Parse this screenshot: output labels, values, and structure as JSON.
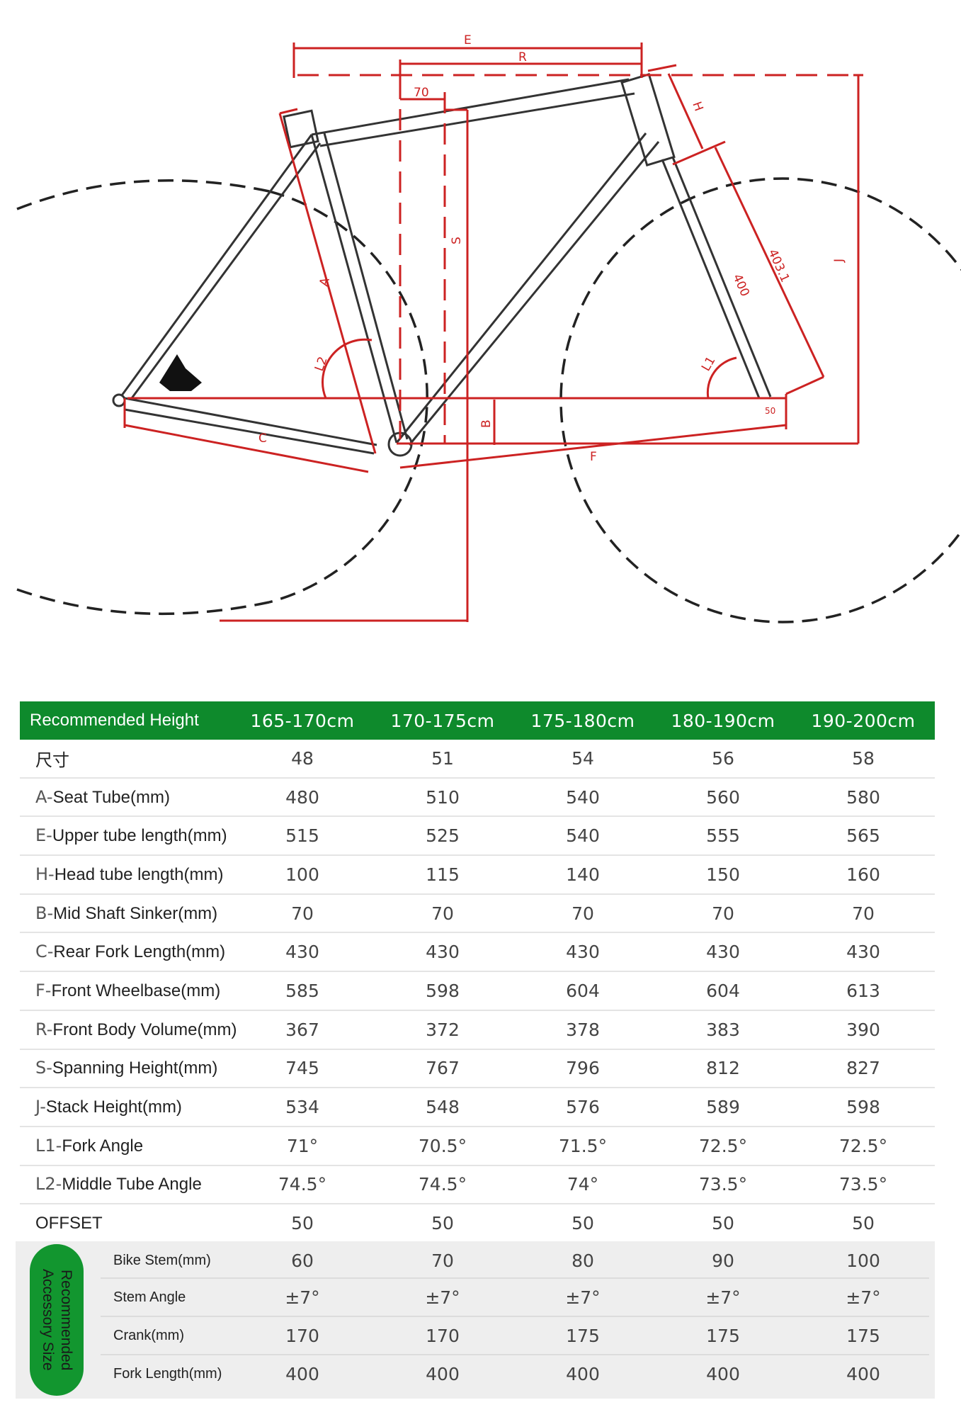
{
  "diagram": {
    "labels": {
      "E": "E",
      "R": "R",
      "offset70": "70",
      "H": "H",
      "S": "S",
      "A": "A",
      "L2": "L2",
      "B": "B",
      "C": "C",
      "F": "F",
      "J": "J",
      "L1": "L1",
      "fork400": "400",
      "fork403": "403.1",
      "fifty": "50"
    }
  },
  "table": {
    "header": {
      "label": "Recommended Height",
      "values": [
        "165-170cm",
        "170-175cm",
        "175-180cm",
        "180-190cm",
        "190-200cm"
      ]
    },
    "rows": [
      {
        "prefix": "",
        "label": "尺寸",
        "values": [
          "48",
          "51",
          "54",
          "56",
          "58"
        ]
      },
      {
        "prefix": "A-",
        "label": "Seat Tube(mm)",
        "values": [
          "480",
          "510",
          "540",
          "560",
          "580"
        ]
      },
      {
        "prefix": "E-",
        "label": "Upper tube length(mm)",
        "values": [
          "515",
          "525",
          "540",
          "555",
          "565"
        ]
      },
      {
        "prefix": "H-",
        "label": "Head tube length(mm)",
        "values": [
          "100",
          "115",
          "140",
          "150",
          "160"
        ]
      },
      {
        "prefix": "B-",
        "label": "Mid Shaft Sinker(mm)",
        "values": [
          "70",
          "70",
          "70",
          "70",
          "70"
        ]
      },
      {
        "prefix": "C-",
        "label": "Rear Fork Length(mm)",
        "values": [
          "430",
          "430",
          "430",
          "430",
          "430"
        ]
      },
      {
        "prefix": "F-",
        "label": "Front Wheelbase(mm)",
        "values": [
          "585",
          "598",
          "604",
          "604",
          "613"
        ]
      },
      {
        "prefix": "R-",
        "label": "Front Body Volume(mm)",
        "values": [
          "367",
          "372",
          "378",
          "383",
          "390"
        ]
      },
      {
        "prefix": "S-",
        "label": "Spanning Height(mm)",
        "values": [
          "745",
          "767",
          "796",
          "812",
          "827"
        ]
      },
      {
        "prefix": "J-",
        "label": "Stack Height(mm)",
        "values": [
          "534",
          "548",
          "576",
          "589",
          "598"
        ]
      },
      {
        "prefix": "L1-",
        "label": "Fork Angle",
        "values": [
          "71°",
          "70.5°",
          "71.5°",
          "72.5°",
          "72.5°"
        ]
      },
      {
        "prefix": "L2-",
        "label": "Middle Tube Angle",
        "values": [
          "74.5°",
          "74.5°",
          "74°",
          "73.5°",
          "73.5°"
        ]
      },
      {
        "prefix": "",
        "label": "OFFSET",
        "values": [
          "50",
          "50",
          "50",
          "50",
          "50"
        ]
      }
    ],
    "accessory": {
      "title_line1": "Recommended",
      "title_line2": "Accessory Size",
      "rows": [
        {
          "label": "Bike Stem(mm)",
          "values": [
            "60",
            "70",
            "80",
            "90",
            "100"
          ]
        },
        {
          "label": "Stem Angle",
          "values": [
            "±7°",
            "±7°",
            "±7°",
            "±7°",
            "±7°"
          ]
        },
        {
          "label": "Crank(mm)",
          "values": [
            "170",
            "170",
            "175",
            "175",
            "175"
          ]
        },
        {
          "label": "Fork Length(mm)",
          "values": [
            "400",
            "400",
            "400",
            "400",
            "400"
          ]
        }
      ]
    }
  },
  "colors": {
    "header_green": "#0e8a2c",
    "badge_green": "#12962f",
    "dimension_red": "#cc2222",
    "frame_dark": "#333333"
  }
}
